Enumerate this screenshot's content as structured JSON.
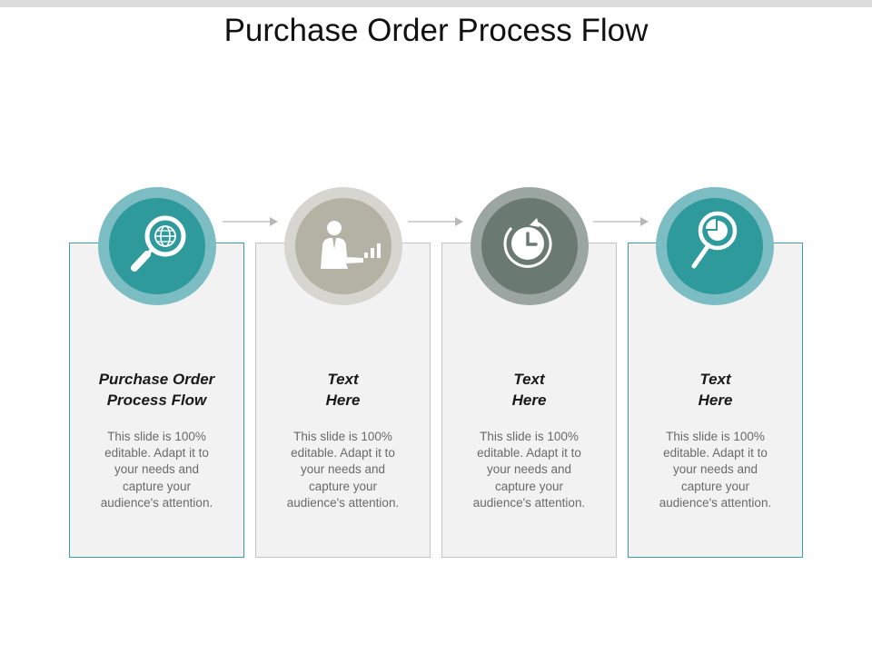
{
  "title": "Purchase Order Process Flow",
  "colors": {
    "teal_outer": "#7bbdc2",
    "teal_inner": "#2f9a9c",
    "beige_outer": "#d6d5cf",
    "beige_inner": "#b3b2a4",
    "slate_outer": "#9ba5a1",
    "slate_inner": "#6a7a73",
    "card_bg": "#f2f2f2",
    "arrow": "#b8b8b8"
  },
  "steps": [
    {
      "icon": "globe-search-icon",
      "title_lines": [
        "Purchase Order",
        "Process Flow"
      ],
      "body_lines": [
        "This slide is 100%",
        "editable. Adapt it to",
        "your needs and",
        "capture your",
        "audience's attention."
      ]
    },
    {
      "icon": "presenter-chart-icon",
      "title_lines": [
        "Text",
        "Here"
      ],
      "body_lines": [
        "This slide is 100%",
        "editable. Adapt it to",
        "your needs and",
        "capture your",
        "audience's attention."
      ]
    },
    {
      "icon": "clock-refresh-icon",
      "title_lines": [
        "Text",
        "Here"
      ],
      "body_lines": [
        "This slide is 100%",
        "editable. Adapt it to",
        "your needs and",
        "capture your",
        "audience's attention."
      ]
    },
    {
      "icon": "pie-chart-search-icon",
      "title_lines": [
        "Text",
        "Here"
      ],
      "body_lines": [
        "This slide is 100%",
        "editable. Adapt it to",
        "your needs and",
        "capture your",
        "audience's attention."
      ]
    }
  ]
}
